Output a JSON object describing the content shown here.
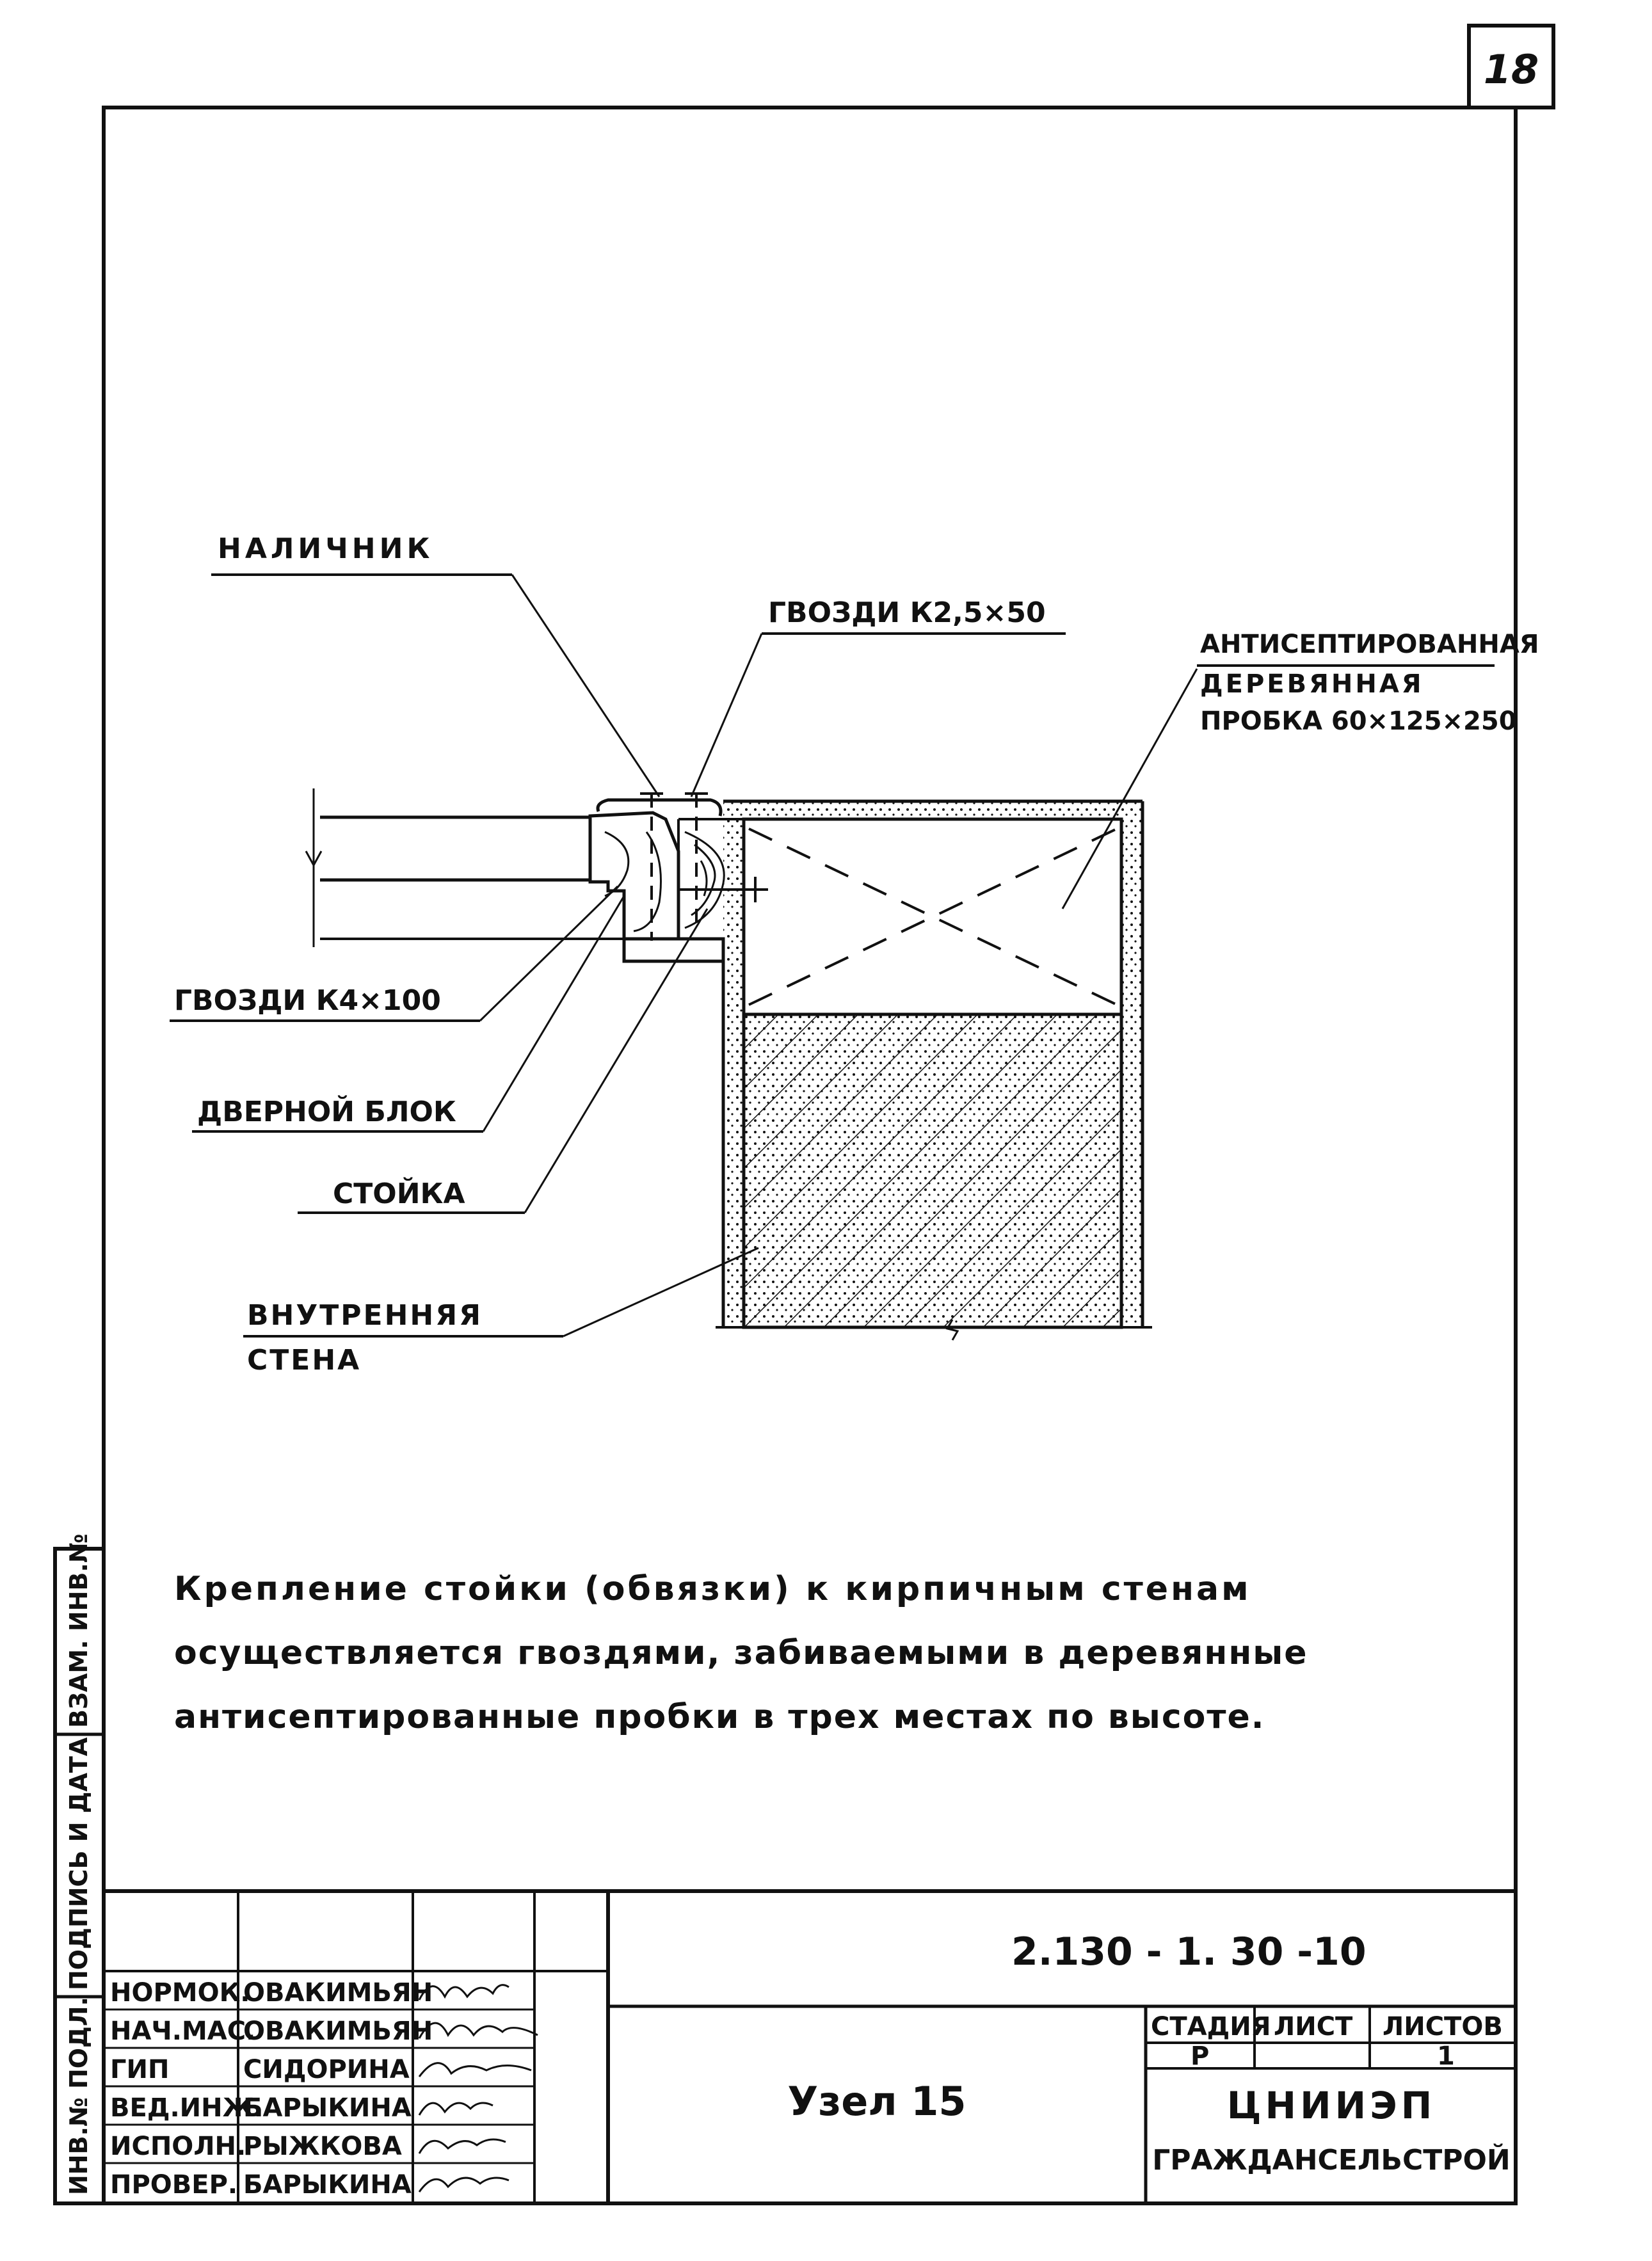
{
  "sheet_number": "18",
  "callouts": {
    "nalichnik": "НАЛИЧНИК",
    "gvozdi_small": "ГВОЗДИ К2,5×50",
    "antiseptic_line1": "АНТИСЕПТИРОВАННАЯ",
    "antiseptic_line2": "ДЕРЕВЯННАЯ",
    "antiseptic_line3": "ПРОБКА 60×125×250",
    "gvozdi_large": "ГВОЗДИ К4×100",
    "door_block": "ДВЕРНОЙ БЛОК",
    "stoyka": "СТОЙКА",
    "wall_line1": "ВНУТРЕННЯЯ",
    "wall_line2": "СТЕНА"
  },
  "note": {
    "line1": "Крепление стойки (обвязки) к кирпичным стенам",
    "line2": "осуществляется гвоздями, забиваемыми в деревянные",
    "line3": "антисептированные пробки в трех местах по высоте."
  },
  "side_stamp": {
    "inv_podl": "ИНВ.№ ПОДЛ.",
    "podpis_data": "ПОДПИСЬ И ДАТА",
    "vzam_inv": "ВЗАМ. ИНВ.№"
  },
  "title_block": {
    "document_code": "2.130 - 1. 30 -10",
    "drawing_title": "Узел 15",
    "stage_header": "СТАДИЯ",
    "sheet_header": "ЛИСТ",
    "sheets_header": "ЛИСТОВ",
    "stage_value": "Р",
    "sheet_value": "",
    "sheets_value": "1",
    "organization_line1": "ЦНИИЭП",
    "organization_line2": "ГРАЖДАНСЕЛЬСТРОЙ",
    "signatures": [
      {
        "role": "НОРМОК.",
        "name": "ОВАКИМЬЯН"
      },
      {
        "role": "НАЧ.МАС.",
        "name": "ОВАКИМЬЯН"
      },
      {
        "role": "ГИП",
        "name": "СИДОРИНА"
      },
      {
        "role": "ВЕД.ИНЖ.",
        "name": "БАРЫКИНА"
      },
      {
        "role": "ИСПОЛН.",
        "name": "РЫЖКОВА"
      },
      {
        "role": "ПРОВЕР.",
        "name": "БАРЫКИНА"
      }
    ]
  }
}
